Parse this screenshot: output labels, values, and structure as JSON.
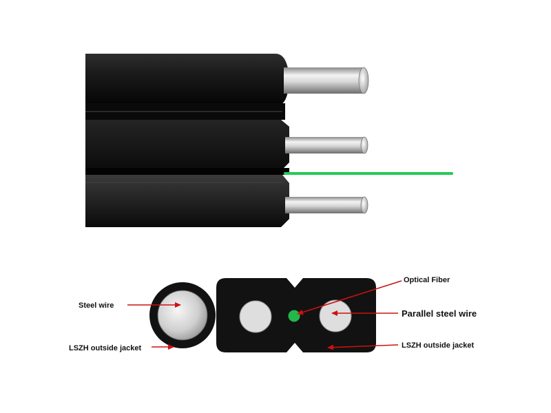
{
  "labels": {
    "steel_wire": "Steel wire",
    "lszh_jacket_left": "LSZH outside jacket",
    "optical_fiber": "Optical Fiber",
    "parallel_steel_wire": "Parallel steel wire",
    "lszh_jacket_right": "LSZH outside jacket"
  },
  "colors": {
    "jacket": "#121212",
    "jacket_edge": "#2c2c2c",
    "steel": "#c9c9c9",
    "fiber": "#22cc55",
    "arrow": "#cc1111",
    "label": "#111111"
  },
  "icons": {
    "arrow": "red-arrow-icon"
  }
}
